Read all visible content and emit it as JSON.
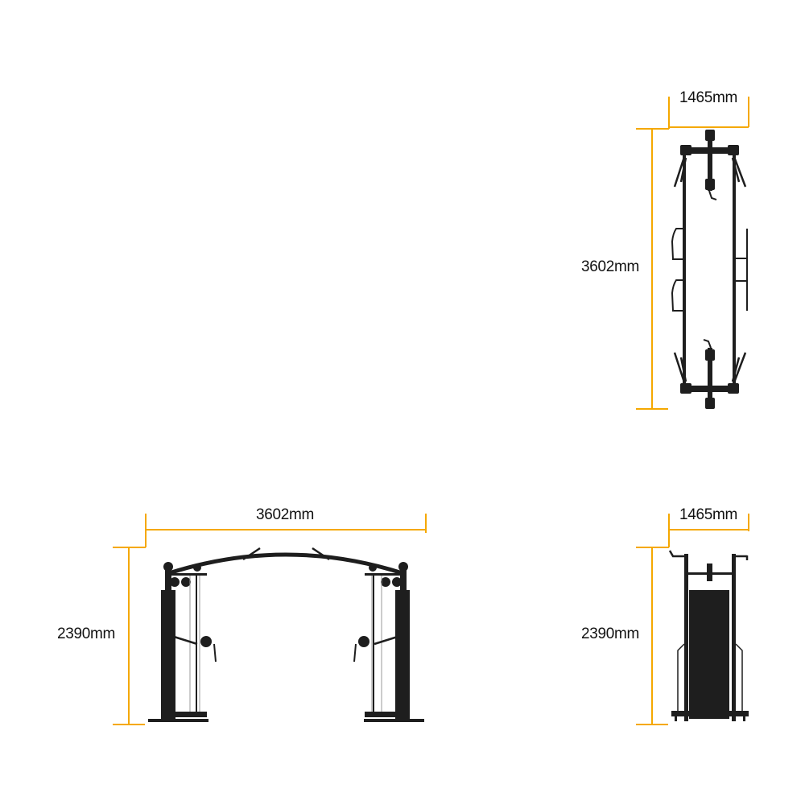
{
  "colors": {
    "dimension_line": "#F5A800",
    "frame": "#1e1e1e",
    "weight_stack": "#2a2a2a"
  },
  "top_view": {
    "width_label": "1465mm",
    "length_label": "3602mm"
  },
  "front_view": {
    "width_label": "3602mm",
    "height_label": "2390mm"
  },
  "side_view": {
    "width_label": "1465mm",
    "height_label": "2390mm"
  }
}
